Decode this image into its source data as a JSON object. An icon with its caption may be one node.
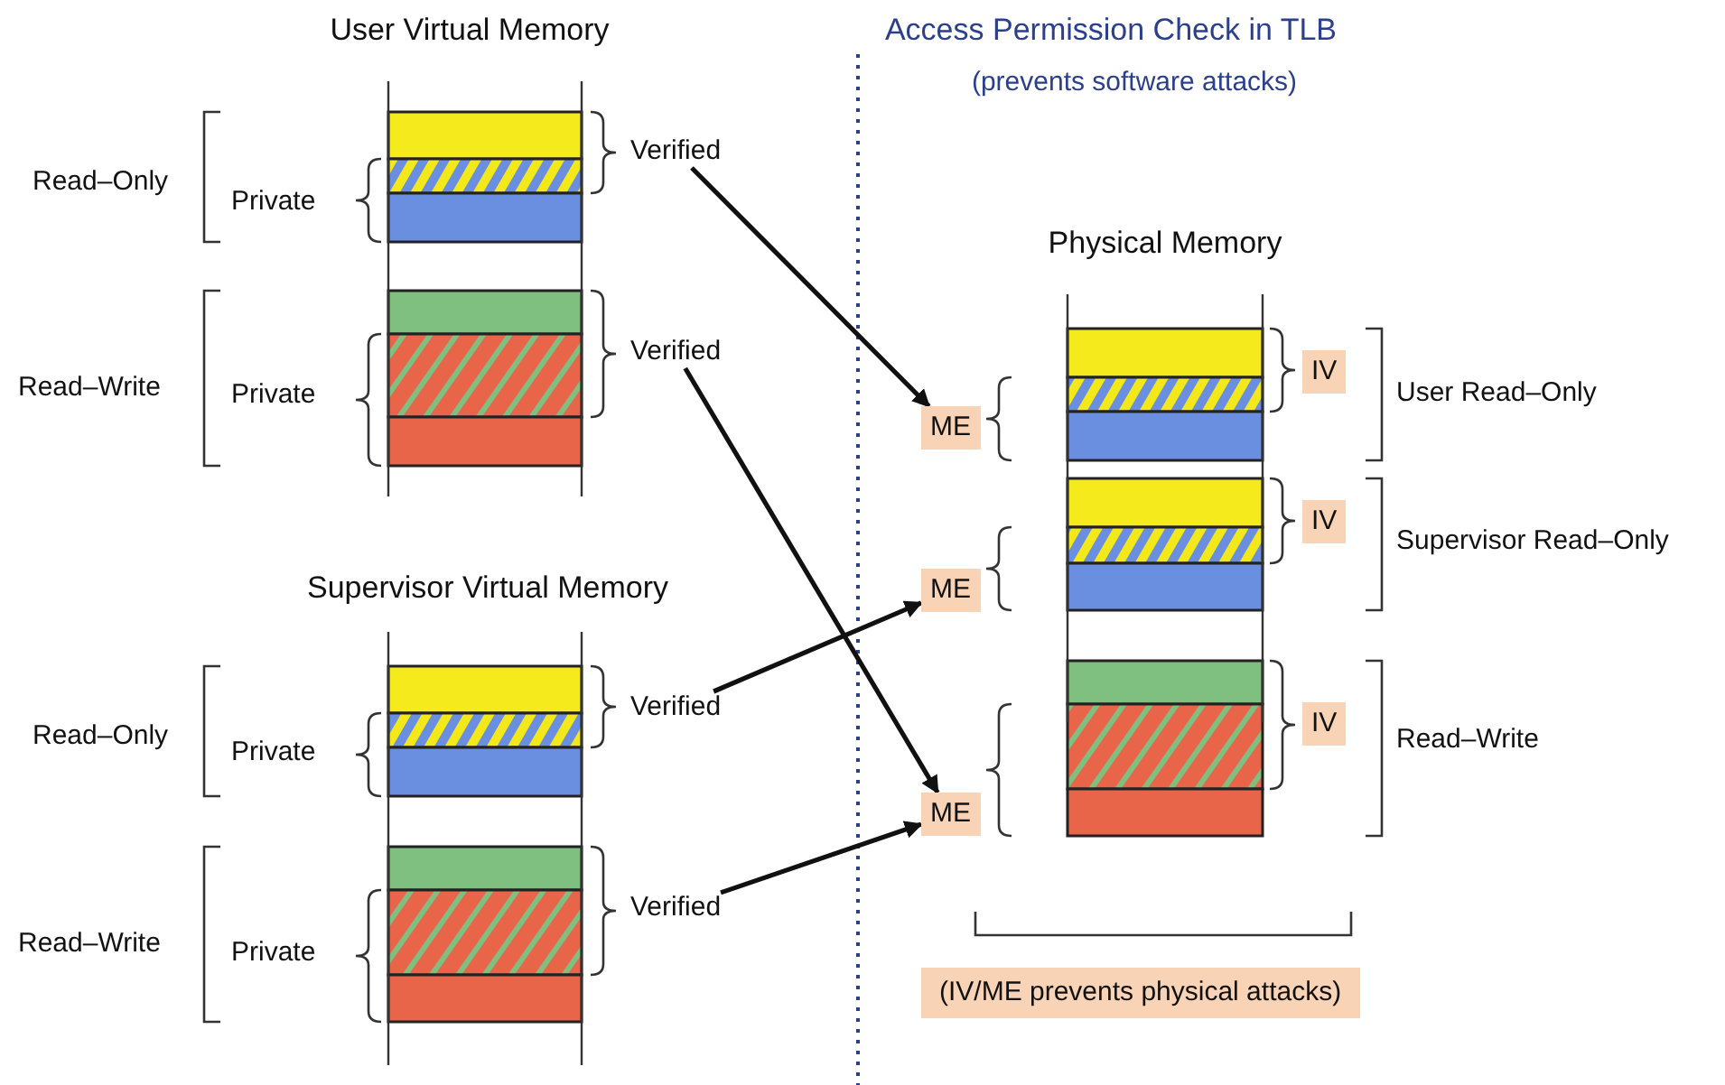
{
  "diagram": {
    "nodes": [
      {
        "text": [
          "Verified"
        ]
      },
      {
        "text": [
          "Verified"
        ]
      },
      {
        "text": [
          "ME"
        ]
      },
      {
        "text": [
          "ME"
        ]
      },
      {
        "text": [
          "Verified"
        ]
      },
      {
        "text": [
          "ME"
        ]
      },
      {
        "text": [
          "Verified"
        ]
      }
    ],
    "edges": [
      {
        "from": 0,
        "to": 2,
        "arrow": "to"
      },
      {
        "from": 1,
        "to": 5,
        "arrow": "to"
      },
      {
        "from": 4,
        "to": 3,
        "arrow": "to"
      },
      {
        "from": 6,
        "to": 5,
        "arrow": "to"
      }
    ],
    "labels": [
      "User Virtual Memory",
      "Access Permission Check in TLB",
      "(prevents software attacks)",
      "Read–Only",
      "Private",
      "Read–Write",
      "Private",
      "Physical Memory",
      "IV",
      "User Read–Only",
      "IV",
      "Supervisor Read–Only",
      "IV",
      "Read–Write",
      "Supervisor Virtual Memory",
      "Read–Only",
      "Private",
      "Read–Write",
      "Private",
      "(IV/ME prevents physical attacks)"
    ]
  }
}
